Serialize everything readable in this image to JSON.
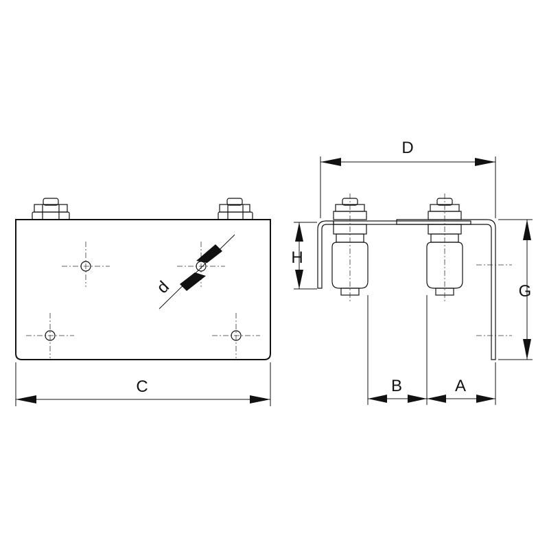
{
  "dimensions": {
    "A": "A",
    "B": "B",
    "C": "C",
    "D": "D",
    "G": "G",
    "H": "H",
    "d": "d"
  },
  "colors": {
    "line": "#111111",
    "plate_fill_light": "#ffffff",
    "plate_fill_dark": "#c8c8c8",
    "background": "#ffffff"
  }
}
